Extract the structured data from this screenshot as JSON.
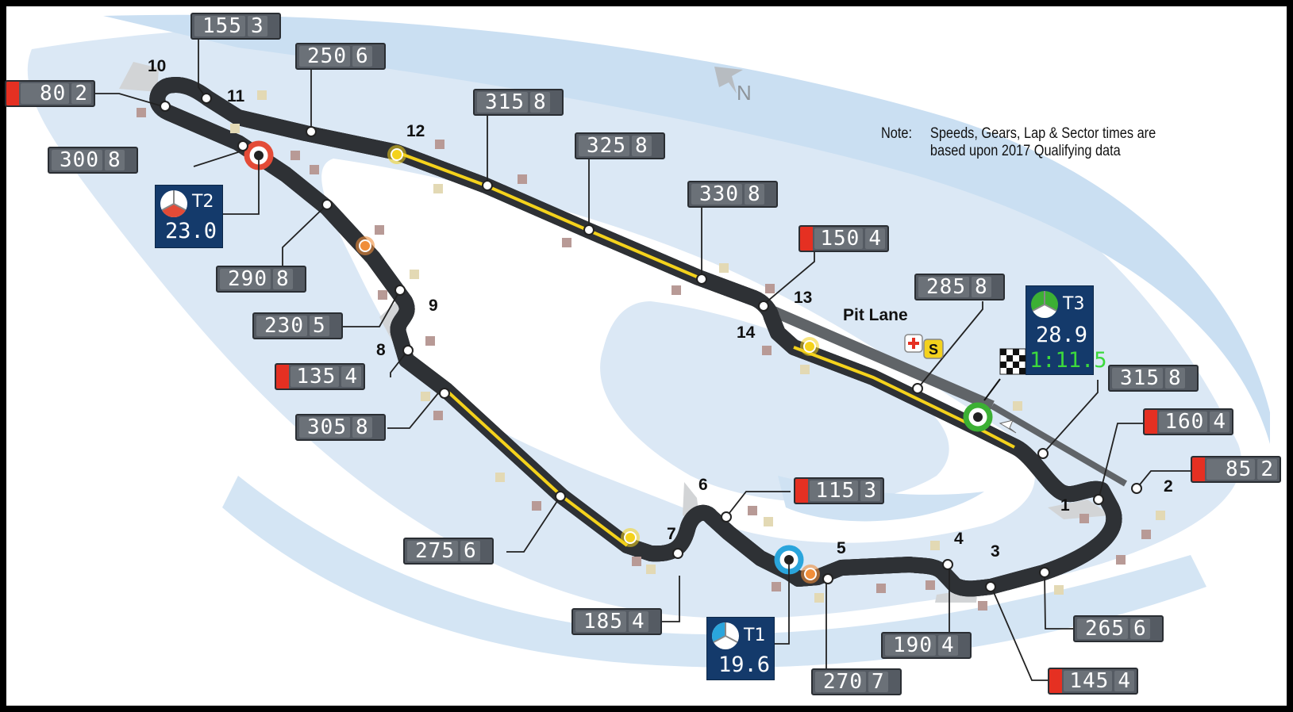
{
  "compass": {
    "label": "N",
    "icon": "north-arrow-icon"
  },
  "note": {
    "label": "Note:",
    "text_line1": "Speeds, Gears, Lap & Sector times are",
    "text_line2": "based upon 2017 Qualifying data"
  },
  "pit_lane": {
    "label": "Pit Lane",
    "icons": [
      "medical-cross-icon",
      "safety-car-icon"
    ],
    "safety_letter": "S"
  },
  "turns": [
    "1",
    "2",
    "3",
    "4",
    "5",
    "6",
    "7",
    "8",
    "9",
    "10",
    "11",
    "12",
    "13",
    "14"
  ],
  "speed_markers": [
    {
      "speed": "155",
      "gear": "3",
      "braking": false
    },
    {
      "speed": "250",
      "gear": "6",
      "braking": false
    },
    {
      "speed": "80",
      "gear": "2",
      "braking": true
    },
    {
      "speed": "300",
      "gear": "8",
      "braking": false
    },
    {
      "speed": "315",
      "gear": "8",
      "braking": false
    },
    {
      "speed": "325",
      "gear": "8",
      "braking": false
    },
    {
      "speed": "330",
      "gear": "8",
      "braking": false
    },
    {
      "speed": "150",
      "gear": "4",
      "braking": true
    },
    {
      "speed": "285",
      "gear": "8",
      "braking": false
    },
    {
      "speed": "290",
      "gear": "8",
      "braking": false
    },
    {
      "speed": "230",
      "gear": "5",
      "braking": false
    },
    {
      "speed": "135",
      "gear": "4",
      "braking": true
    },
    {
      "speed": "305",
      "gear": "8",
      "braking": false
    },
    {
      "speed": "315",
      "gear": "8",
      "braking": false
    },
    {
      "speed": "160",
      "gear": "4",
      "braking": true
    },
    {
      "speed": "85",
      "gear": "2",
      "braking": true
    },
    {
      "speed": "115",
      "gear": "3",
      "braking": true
    },
    {
      "speed": "275",
      "gear": "6",
      "braking": false
    },
    {
      "speed": "185",
      "gear": "4",
      "braking": false
    },
    {
      "speed": "190",
      "gear": "4",
      "braking": false
    },
    {
      "speed": "265",
      "gear": "6",
      "braking": false
    },
    {
      "speed": "270",
      "gear": "7",
      "braking": false
    },
    {
      "speed": "145",
      "gear": "4",
      "braking": true
    }
  ],
  "sectors": {
    "t1": {
      "label": "T1",
      "time": "19.6"
    },
    "t2": {
      "label": "T2",
      "time": "23.0"
    },
    "t3": {
      "label": "T3",
      "time": "28.9",
      "lap_time": "1:11.5"
    }
  },
  "colors": {
    "water": "#cfe2f3",
    "track": "#565a5f",
    "drs_zone": "#f4d21c",
    "brake_marker": "#e53022",
    "sector_box": "#143a6b",
    "sector1": "#2aa5dc",
    "sector2": "#e34b37",
    "sector3": "#3cb034",
    "lap_time": "#3cd93c"
  }
}
